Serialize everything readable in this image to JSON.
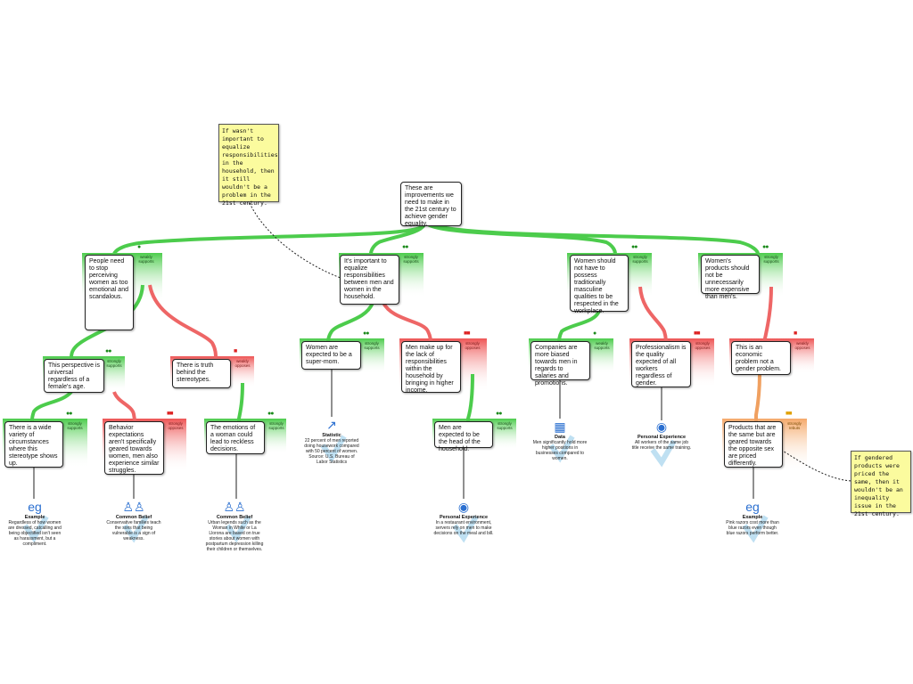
{
  "notes": [
    {
      "text": "If wasn't important to equalize responsibilities in the household, then it still wouldn't be a problem in the 21st century."
    },
    {
      "text": "If gendered products were priced the same, then it wouldn't be an inequality issue in the 21st century."
    }
  ],
  "root": {
    "text": "These are improvements we need to make in the 21st century to achieve gender equality."
  },
  "claims": {
    "c1": "People need to stop perceiving women as too emotional and scandalous.",
    "c2": "It's important to equalize responsibilities between men and women in the household.",
    "c3": "Women should not have to possess traditionally masculine qualities to be respected in the workplace.",
    "c4": "Women's products should not be unnecessarily more expensive than men's.",
    "c5": "This perspective is universal regardless of a female's age.",
    "c6": "There is truth behind the stereotypes.",
    "c7": "Women are expected to be a super-mom.",
    "c8": "Men make up for the lack of responsibilities within the household by bringing in higher income.",
    "c9": "Companies are more biased towards men in regards to salaries and promotions.",
    "c10": "Professionalism is the quality expected of all workers regardless of gender.",
    "c11": "This is an economic problem not a gender problem.",
    "c12": "There is a wide variety of circumstances where this stereotype shows up.",
    "c13": "Behavior expectations aren't specifically geared towards women, men also experience similar struggles.",
    "c14": "The emotions of a woman could lead to reckless decisions.",
    "c15": "Men are expected to be the head of the household.",
    "c16": "Products that are the same but are geared towards the opposite sex are priced differently."
  },
  "relations": {
    "weakly_supports": "weakly supports",
    "strongly_supports": "strongly supports",
    "weakly_opposes": "weakly opposes",
    "strongly_opposes": "strongly opposes",
    "strongly_rebuts": "strongly rebuts"
  },
  "evidence": {
    "e1": {
      "type": "Example",
      "text": "Regardless of how women are dressed, catcalling and being objectified isn't seen as harassment, but a compliment.",
      "icon": "eg-icon"
    },
    "e2": {
      "type": "Common Belief",
      "text": "Conservative families teach the sons that being vulnerable is a sign of weakness.",
      "icon": "people-icon"
    },
    "e3": {
      "type": "Common Belief",
      "text": "Urban legends such as the Woman in White or La Llorona are based on true stories about women with postpartum depression killing their children or themselves.",
      "icon": "people-icon"
    },
    "e4": {
      "type": "Statistic",
      "text": "22 percent of men reported doing housework compared with 50 percent of women. Source: U.S. Bureau of Labor Statistics",
      "icon": "chart-icon"
    },
    "e5": {
      "type": "Personal Experience",
      "text": "In a restaurant environment, servers rely on men to make decisions on the meal and bill.",
      "icon": "eye-icon"
    },
    "e6": {
      "type": "Data",
      "text": "Men significantly hold more higher positions in businesses compared to women.",
      "icon": "doc-icon"
    },
    "e7": {
      "type": "Personal Experience",
      "text": "All workers of the same job title receive the same training.",
      "icon": "eye-icon"
    },
    "e8": {
      "type": "Example",
      "text": "Pink razors cost more than blue razors even though blue razors perform better.",
      "icon": "eg-icon"
    }
  },
  "colors": {
    "support": "#44cc44",
    "oppose": "#ee5555",
    "rebut": "#f0a060",
    "note": "#fbfb9e"
  }
}
